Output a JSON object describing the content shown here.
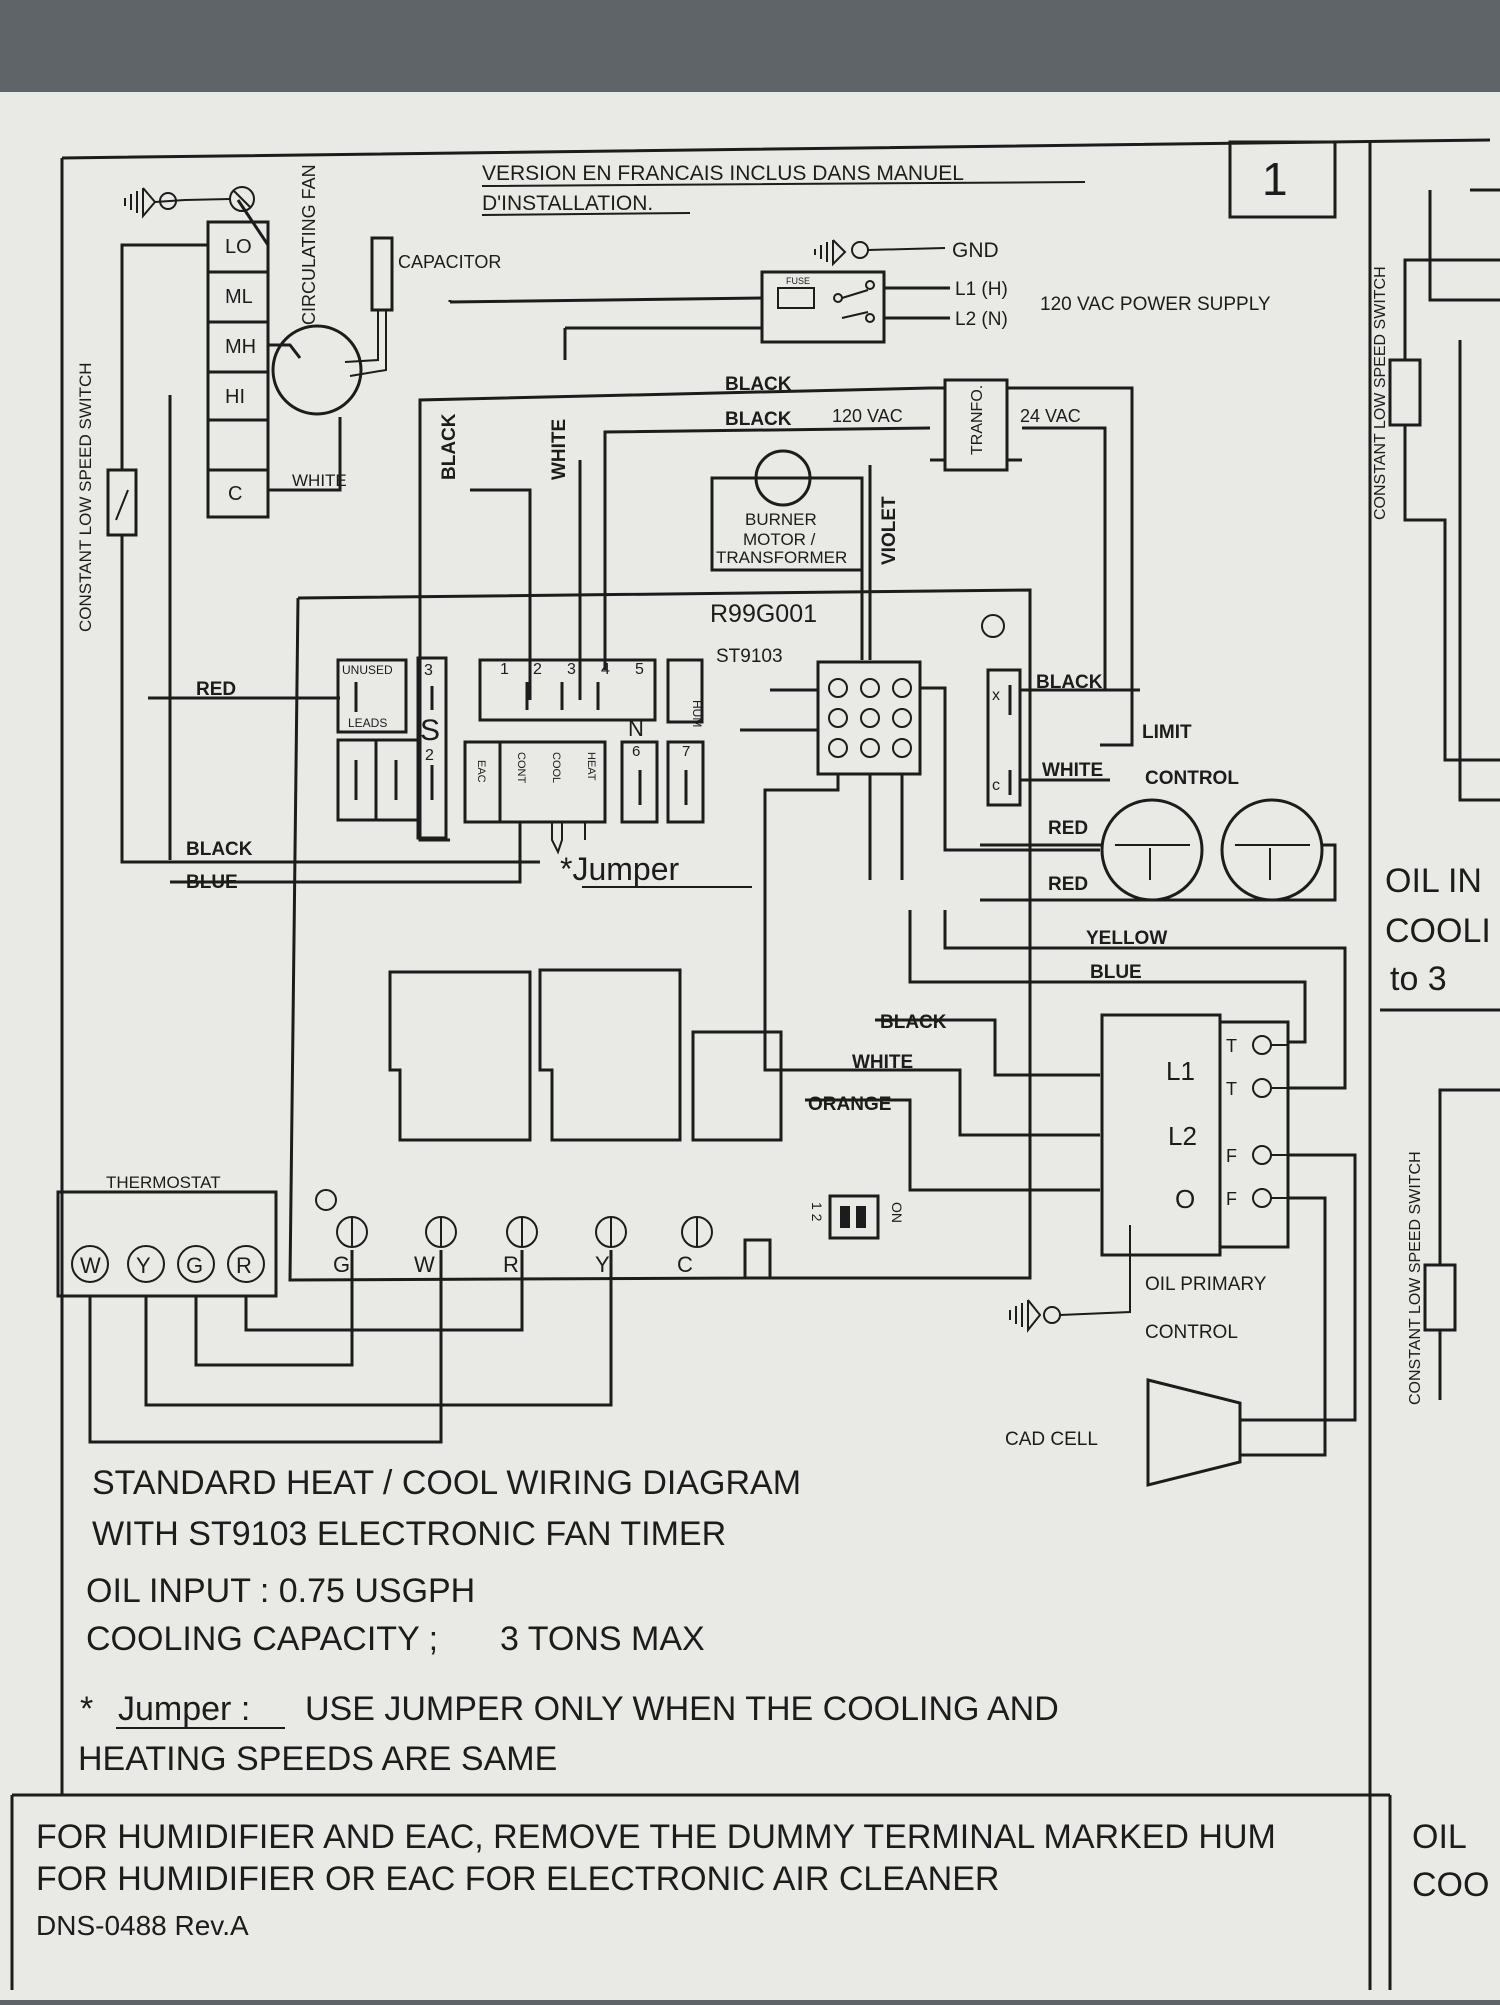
{
  "header": {
    "version_line1": "VERSION EN FRANCAIS INCLUS DANS MANUEL",
    "version_line2": "D'INSTALLATION.",
    "page_number": "1"
  },
  "fan": {
    "speeds": [
      "LO",
      "ML",
      "MH",
      "HI",
      "C"
    ],
    "label": "CIRCULATING FAN",
    "capacitor": "CAPACITOR"
  },
  "side_switch_label": "CONSTANT LOW SPEED SWITCH",
  "power": {
    "gnd": "GND",
    "fuse": "FUSE",
    "l1": "L1 (H)",
    "l2": "L2 (N)",
    "supply": "120 VAC POWER SUPPLY",
    "v120": "120 VAC",
    "v24": "24 VAC",
    "transformer": "TRANFO."
  },
  "burner": {
    "line1": "BURNER",
    "line2": "MOTOR /",
    "line3": "TRANSFORMER"
  },
  "board": {
    "model": "R99G001",
    "timer": "ST9103",
    "unused_line1": "UNUSED",
    "unused_line2": "LEADS",
    "pins": [
      "1",
      "2",
      "3",
      "4",
      "5"
    ],
    "pin_s": "S",
    "pin_n": "N",
    "pin_6": "6",
    "pin_7": "7",
    "pin_3": "3",
    "pin_2": "2",
    "hum": "HUM",
    "eac": "EAC",
    "cont": "CONT",
    "cool": "COOL",
    "heat": "HEAT",
    "jumper": "*Jumper",
    "terminals": [
      "G",
      "W",
      "R",
      "Y",
      "C"
    ],
    "dip_num": "1 2",
    "dip_on": "ON"
  },
  "wires": {
    "red": "RED",
    "black": "BLACK",
    "blue": "BLUE",
    "white": "WHITE",
    "violet": "VIOLET",
    "yellow": "YELLOW",
    "orange": "ORANGE"
  },
  "limit": {
    "line1": "LIMIT",
    "line2": "CONTROL"
  },
  "thermostat": {
    "label": "THERMOSTAT",
    "terminals": [
      "W",
      "Y",
      "G",
      "R"
    ]
  },
  "oil_primary": {
    "terminals": [
      "L1",
      "L2",
      "O"
    ],
    "right_terms": [
      "T",
      "T",
      "F",
      "F"
    ],
    "line1": "OIL PRIMARY",
    "line2": "CONTROL"
  },
  "cad_cell": "CAD CELL",
  "notes": {
    "title1": "STANDARD HEAT / COOL WIRING DIAGRAM",
    "title2": "WITH ST9103 ELECTRONIC FAN TIMER",
    "oil_input": "OIL INPUT : 0.75 USGPH",
    "cooling_label": "COOLING CAPACITY ;",
    "cooling_value": "3 TONS MAX",
    "jumper_star": "*",
    "jumper_word": "Jumper :",
    "jumper_rest": "USE JUMPER ONLY WHEN THE COOLING AND",
    "jumper_line2": "HEATING SPEEDS ARE SAME"
  },
  "footer": {
    "line1": "FOR HUMIDIFIER AND EAC, REMOVE THE DUMMY TERMINAL MARKED HUM",
    "line2": "FOR HUMIDIFIER OR EAC FOR ELECTRONIC AIR CLEANER",
    "doc": "DNS-0488 Rev.A"
  },
  "adjacent_panel": {
    "switch_label": "CONSTANT LOW SPEED SWITCH",
    "text_a1": "OIL IN",
    "text_a2": "COOLI",
    "text_a3": "to 3",
    "text_b1": "OIL",
    "text_b2": "COO"
  }
}
